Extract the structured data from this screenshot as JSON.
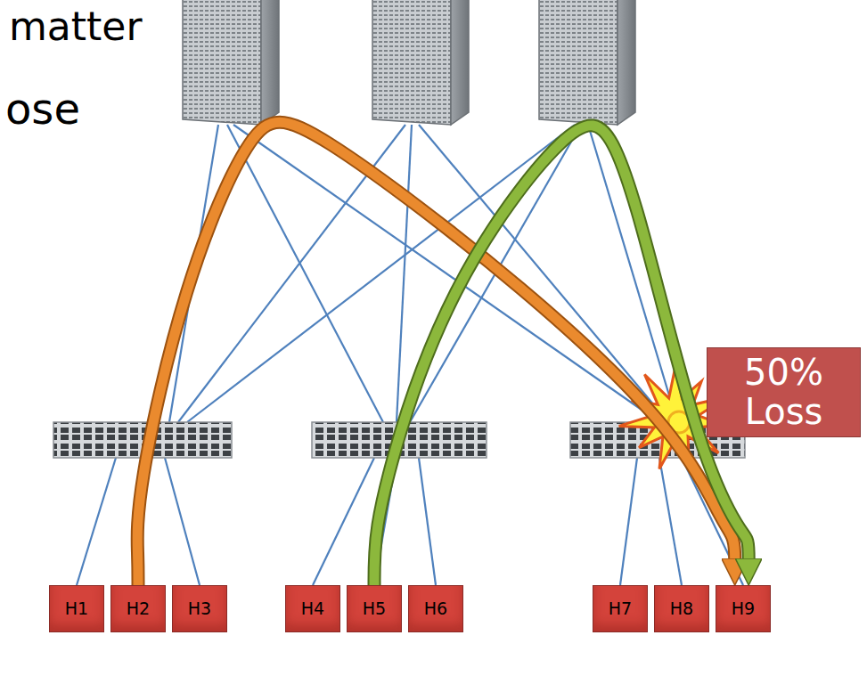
{
  "diagram": {
    "nodes": [
      {
        "text": [
          "50% Loss"
        ]
      },
      {
        "text": [
          "H1"
        ]
      },
      {
        "text": [
          "H2"
        ]
      },
      {
        "text": [
          "H3"
        ]
      },
      {
        "text": [
          "H4"
        ]
      },
      {
        "text": [
          "H5"
        ]
      },
      {
        "text": [
          "H6"
        ]
      },
      {
        "text": [
          "H7"
        ]
      },
      {
        "text": [
          "H8"
        ]
      },
      {
        "text": [
          "H9"
        ]
      }
    ],
    "edges": [
      {
        "from": 2,
        "to": 9,
        "arrow": "to"
      },
      {
        "from": 5,
        "to": 9,
        "arrow": "to"
      }
    ],
    "labels": [
      "matter",
      "ose"
    ]
  }
}
